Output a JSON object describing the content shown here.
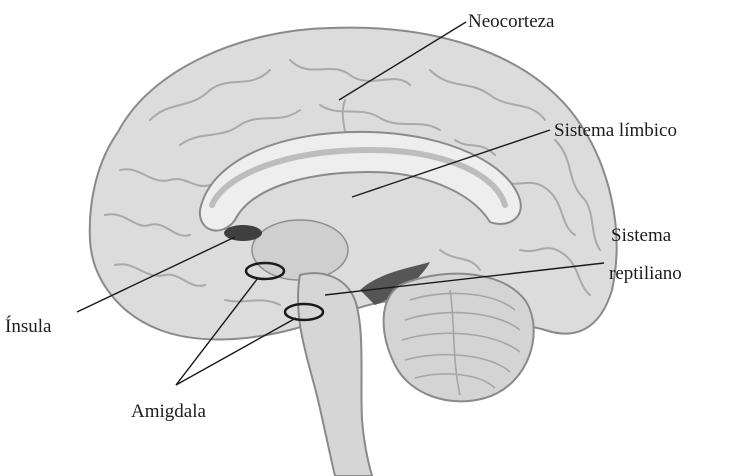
{
  "labels": {
    "neocorteza": "Neocorteza",
    "sistema_limbico": "Sistema límbico",
    "sistema_reptiliano_line1": "Sistema",
    "sistema_reptiliano_line2": "reptiliano",
    "insula": "Ínsula",
    "amigdala": "Amigdala"
  },
  "colors": {
    "brain_fill": "#dcdcdc",
    "brain_outline": "#8a8a8a",
    "gyri": "#a9a9a9",
    "limbic_fill": "#eeeeee",
    "insula_fill": "#3f3f3f",
    "ventricle": "#555555",
    "leader_line": "#1a1a1a"
  }
}
